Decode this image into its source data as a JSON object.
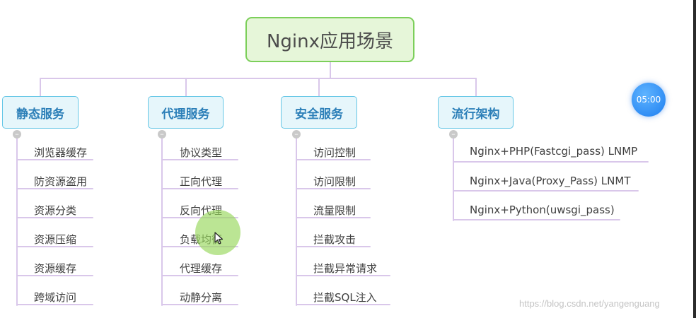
{
  "root": {
    "title": "Nginx应用场景"
  },
  "categories": [
    {
      "label": "静态服务",
      "items": [
        "浏览器缓存",
        "防资源盗用",
        "资源分类",
        "资源压缩",
        "资源缓存",
        "跨域访问"
      ]
    },
    {
      "label": "代理服务",
      "items": [
        "协议类型",
        "正向代理",
        "反向代理",
        "负载均衡",
        "代理缓存",
        "动静分离"
      ]
    },
    {
      "label": "安全服务",
      "items": [
        "访问控制",
        "访问限制",
        "流量限制",
        "拦截攻击",
        "拦截异常请求",
        "拦截SQL注入"
      ]
    },
    {
      "label": "流行架构",
      "items": [
        "Nginx+PHP(Fastcgi_pass) LNMP",
        "Nginx+Java(Proxy_Pass) LNMT",
        "Nginx+Python(uwsgi_pass)"
      ]
    }
  ],
  "timer": "05:00",
  "watermark": "https://blog.csdn.net/yangenguang",
  "colors": {
    "root_border": "#7ccf5a",
    "category_border": "#64c6e6",
    "connector": "#d9c7ea"
  },
  "icons": {
    "collapse": "minus-icon",
    "cursor": "mouse-pointer-icon"
  }
}
